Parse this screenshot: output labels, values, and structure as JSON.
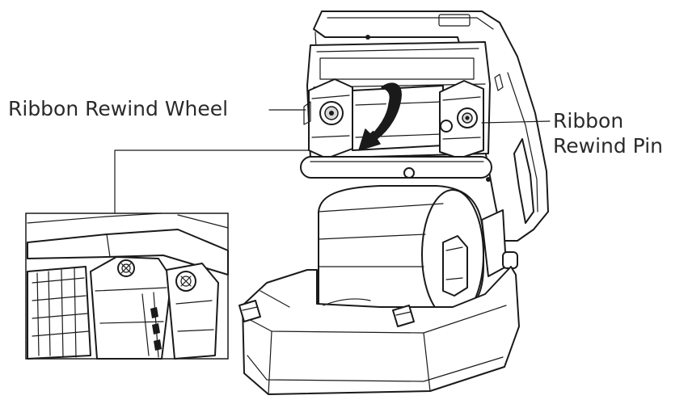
{
  "callouts": {
    "ribbon_rewind_wheel": "Ribbon Rewind Wheel",
    "ribbon_rewind_pin_line1": "Ribbon",
    "ribbon_rewind_pin_line2": "Rewind Pin"
  },
  "colors": {
    "line": "#1a1a1a",
    "label_text": "#2a2a2a",
    "background": "#ffffff"
  },
  "icons": {
    "rotation_arrow": "curved-down-arrow"
  }
}
